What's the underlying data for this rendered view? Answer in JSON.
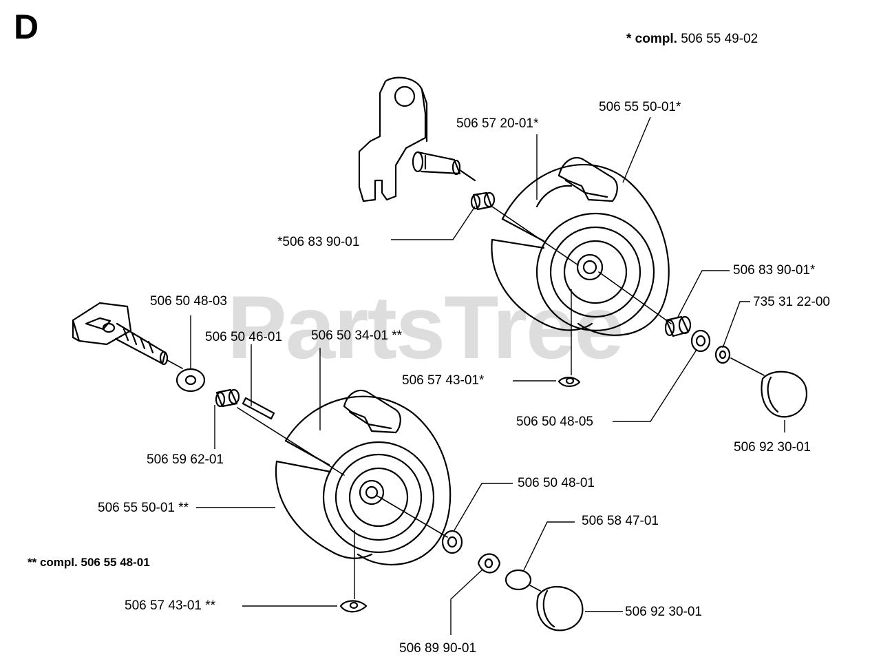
{
  "section_letter": "D",
  "watermark": "PartsTree",
  "notes": {
    "compl_single_prefix": "* compl.",
    "compl_single_number": "506 55 49-02",
    "compl_double_prefix": "** compl.",
    "compl_double_number": "506 55 48-01"
  },
  "part_labels": {
    "p_506_57_20_01": "506 57 20-01*",
    "p_506_55_50_01_top": "506 55 50-01*",
    "p_506_83_90_01_left": "506 83 90-01",
    "p_506_83_90_01_right": "506 83 90-01*",
    "p_735_31_22_00": "735 31 22-00",
    "p_506_50_48_03": "506 50 48-03",
    "p_506_50_46_01": "506 50 46-01",
    "p_506_50_34_01": "506 50 34-01 **",
    "p_506_57_43_01_top": "506 57 43-01*",
    "p_506_50_48_05": "506 50 48-05",
    "p_506_92_30_01_top": "506 92 30-01",
    "p_506_59_62_01": "506 59 62-01",
    "p_506_50_48_01": "506 50 48-01",
    "p_506_55_50_01_bottom": "506 55 50-01 **",
    "p_506_58_47_01": "506 58 47-01",
    "p_506_57_43_01_bottom": "506 57 43-01 **",
    "p_506_92_30_01_bottom": "506 92 30-01",
    "p_506_89_90_01": "506 89 90-01"
  }
}
